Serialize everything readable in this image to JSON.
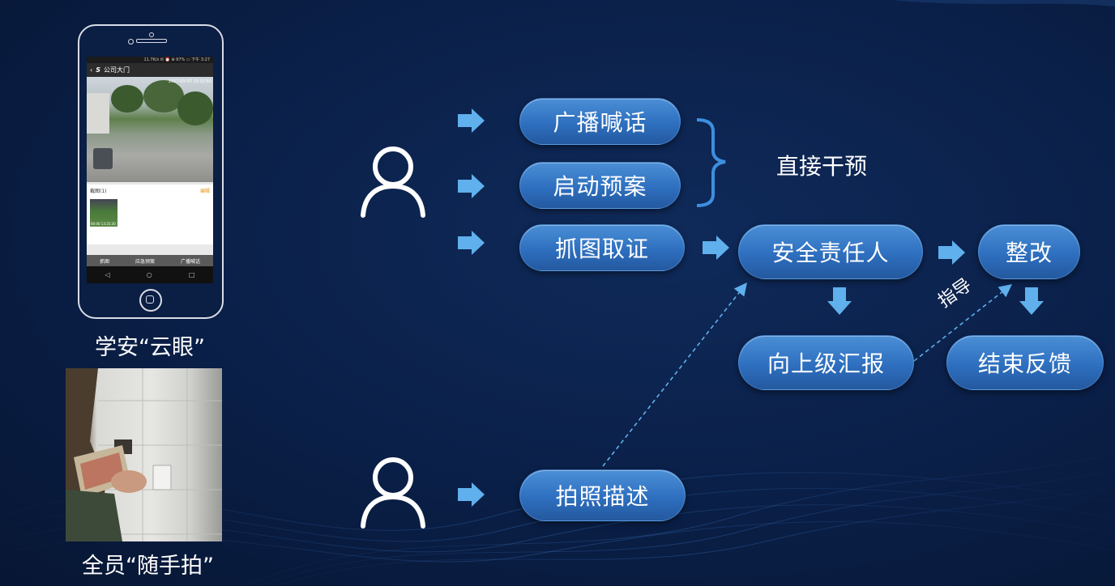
{
  "left": {
    "phone_caption": "学安“云眼”",
    "photo_caption": "全员“随手拍”",
    "phone_screen": {
      "status_right": "11.7K/s ✉ ⏰ ⊕ 97% ▭ 下午 3:27",
      "app_title": "公司大门",
      "video_timestamp": "2017-03-07 15:32:50",
      "screenshots_label": "截图(1)",
      "edit_label": "编辑",
      "thumb_time": "00:00 13:25:30",
      "tabs": [
        "抓图",
        "应急预案",
        "广播喊话"
      ]
    }
  },
  "flow": {
    "broadcast": "广播喊话",
    "start_plan": "启动预案",
    "capture_evidence": "抓图取证",
    "photo_describe": "拍照描述",
    "direct_intervention": "直接干预",
    "safety_officer": "安全责任人",
    "rectify": "整改",
    "report_up": "向上级汇报",
    "end_feedback": "结束反馈",
    "guidance": "指导"
  },
  "colors": {
    "background": "#0a1f47",
    "pill": "#3a7bc8",
    "arrow": "#5fb0ec",
    "bracket": "#3d8fe0"
  }
}
